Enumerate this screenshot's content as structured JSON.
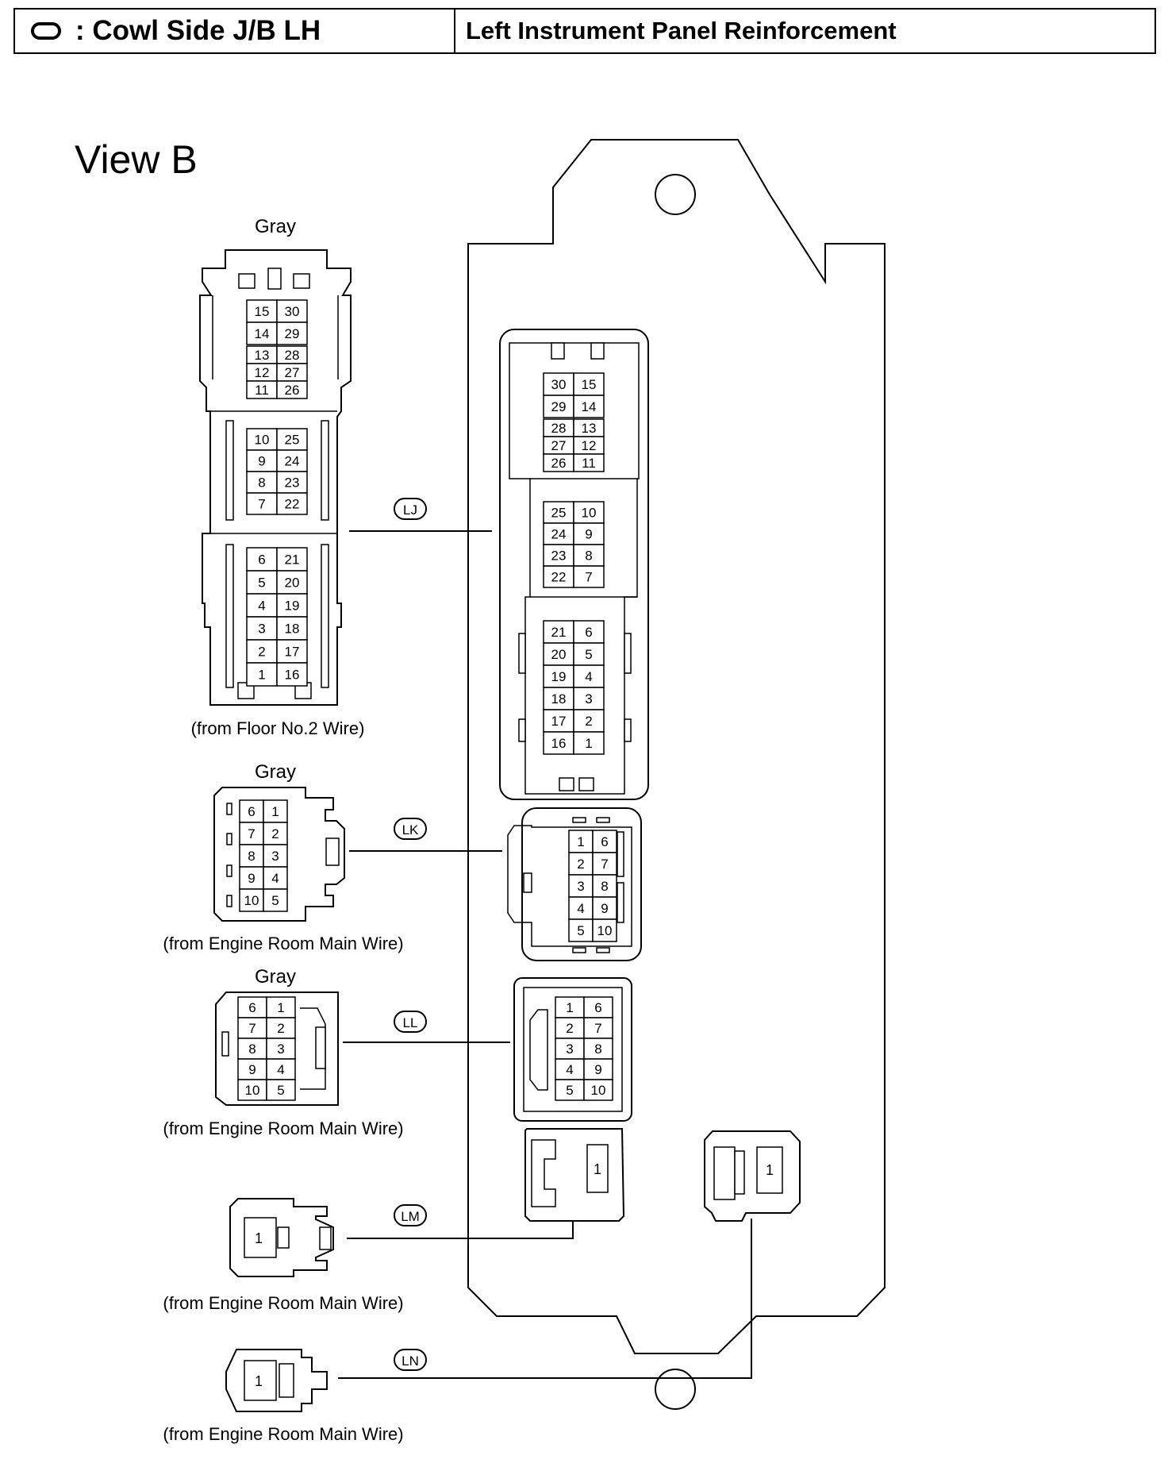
{
  "header": {
    "title": ": Cowl Side J/B LH",
    "subtitle": "Left Instrument Panel Reinforcement",
    "location_icon": "oval-icon"
  },
  "view_label": "View B",
  "connectors": {
    "LJ": {
      "code": "LJ",
      "color": "Gray",
      "source": "(from Floor No.2 Wire)",
      "wire_side_pins": [
        [
          "15",
          "30"
        ],
        [
          "14",
          "29"
        ],
        [
          "13",
          "28"
        ],
        [
          "12",
          "27"
        ],
        [
          "11",
          "26"
        ],
        [
          "10",
          "25"
        ],
        [
          "9",
          "24"
        ],
        [
          "8",
          "23"
        ],
        [
          "7",
          "22"
        ],
        [
          "6",
          "21"
        ],
        [
          "5",
          "20"
        ],
        [
          "4",
          "19"
        ],
        [
          "3",
          "18"
        ],
        [
          "2",
          "17"
        ],
        [
          "1",
          "16"
        ]
      ],
      "jb_side_pins": [
        [
          "30",
          "15"
        ],
        [
          "29",
          "14"
        ],
        [
          "28",
          "13"
        ],
        [
          "27",
          "12"
        ],
        [
          "26",
          "11"
        ],
        [
          "25",
          "10"
        ],
        [
          "24",
          "9"
        ],
        [
          "23",
          "8"
        ],
        [
          "22",
          "7"
        ],
        [
          "21",
          "6"
        ],
        [
          "20",
          "5"
        ],
        [
          "19",
          "4"
        ],
        [
          "18",
          "3"
        ],
        [
          "17",
          "2"
        ],
        [
          "16",
          "1"
        ]
      ]
    },
    "LK": {
      "code": "LK",
      "color": "Gray",
      "source": "(from Engine Room Main Wire)",
      "wire_side_pins": [
        [
          "6",
          "1"
        ],
        [
          "7",
          "2"
        ],
        [
          "8",
          "3"
        ],
        [
          "9",
          "4"
        ],
        [
          "10",
          "5"
        ]
      ],
      "jb_side_pins": [
        [
          "1",
          "6"
        ],
        [
          "2",
          "7"
        ],
        [
          "3",
          "8"
        ],
        [
          "4",
          "9"
        ],
        [
          "5",
          "10"
        ]
      ]
    },
    "LL": {
      "code": "LL",
      "color": "Gray",
      "source": "(from Engine Room Main Wire)",
      "wire_side_pins": [
        [
          "6",
          "1"
        ],
        [
          "7",
          "2"
        ],
        [
          "8",
          "3"
        ],
        [
          "9",
          "4"
        ],
        [
          "10",
          "5"
        ]
      ],
      "jb_side_pins": [
        [
          "1",
          "6"
        ],
        [
          "2",
          "7"
        ],
        [
          "3",
          "8"
        ],
        [
          "4",
          "9"
        ],
        [
          "5",
          "10"
        ]
      ]
    },
    "LM": {
      "code": "LM",
      "source": "(from Engine Room Main Wire)",
      "wire_side_pin": "1",
      "jb_side_pin": "1"
    },
    "LN": {
      "code": "LN",
      "source": "(from Engine Room Main Wire)",
      "wire_side_pin": "1",
      "jb_side_pin": "1"
    }
  }
}
